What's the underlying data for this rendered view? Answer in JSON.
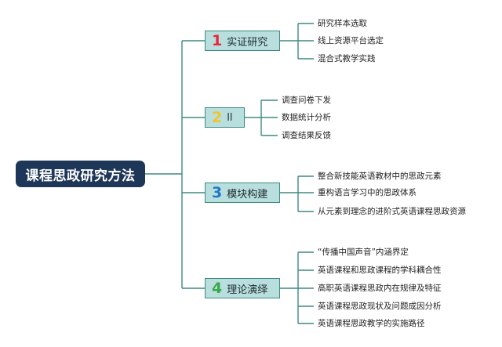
{
  "root": {
    "title": "课程思政研究方法"
  },
  "branches": [
    {
      "number": "1",
      "number_color": "#e8263f",
      "label": "实证研究",
      "leaves": [
        "研究样本选取",
        "线上资源平台选定",
        "混合式教学实践"
      ]
    },
    {
      "number": "2",
      "number_color": "#f2c230",
      "label": "ll",
      "leaves": [
        "调查问卷下发",
        "数据统计分析",
        "调查结果反馈"
      ]
    },
    {
      "number": "3",
      "number_color": "#1f78c8",
      "label": "模块构建",
      "leaves": [
        "整合新技能英语教材中的思政元素",
        "重构语言学习中的思政体系",
        "从元素到理念的进阶式英语课程思政资源"
      ]
    },
    {
      "number": "4",
      "number_color": "#3aa84a",
      "label": "理论演绎",
      "leaves": [
        "“传播中国声音”内涵界定",
        "英语课程和思政课程的学科耦合性",
        "高职英语课程思政内在规律及特征",
        "英语课程思政现状及问题成因分析",
        "英语课程思政教学的实施路径"
      ]
    }
  ],
  "colors": {
    "line": "#3e8a80",
    "root_bg": "#1e3657",
    "branch_bg": "#b8dfdd"
  }
}
